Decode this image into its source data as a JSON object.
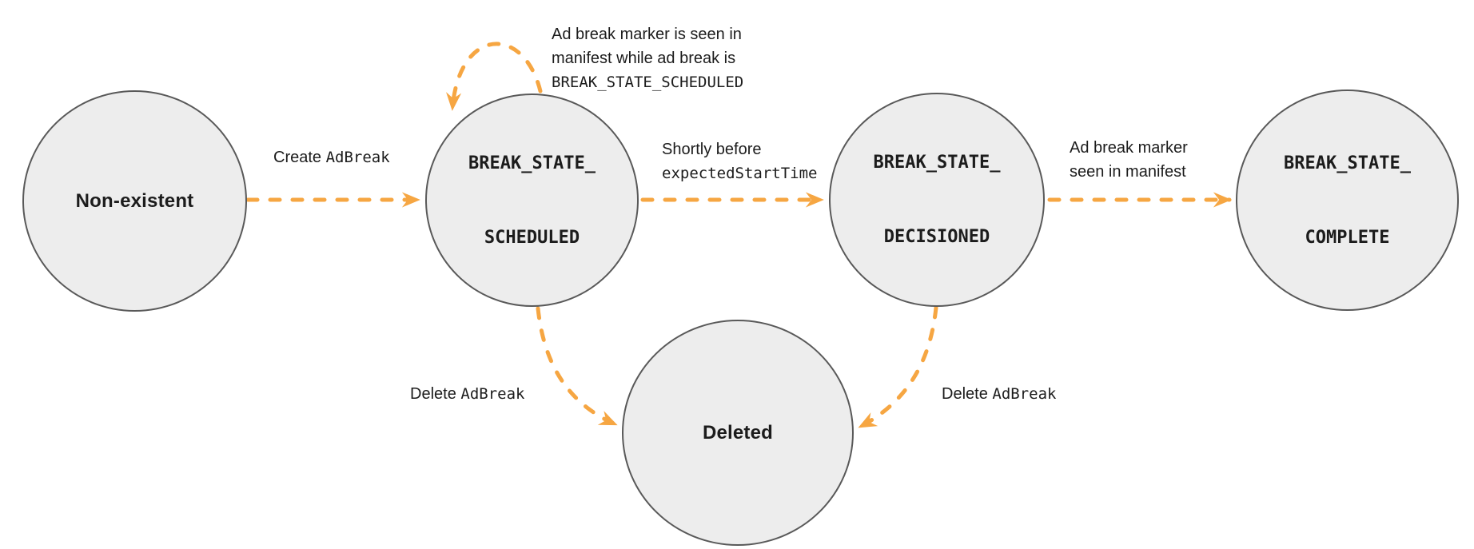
{
  "colors": {
    "arrow": "#F6A642",
    "circle_fill": "#EDEDED",
    "circle_border": "#595959",
    "text": "#1C1C1C",
    "bg": "#FFFFFF"
  },
  "states": {
    "non_existent": {
      "label": "Non-existent"
    },
    "scheduled": {
      "line1": "BREAK_STATE_",
      "line2": "SCHEDULED"
    },
    "decisioned": {
      "line1": "BREAK_STATE_",
      "line2": "DECISIONED"
    },
    "complete": {
      "line1": "BREAK_STATE_",
      "line2": "COMPLETE"
    },
    "deleted": {
      "label": "Deleted"
    }
  },
  "transitions": {
    "create": {
      "plain": "Create ",
      "code": "AdBreak"
    },
    "self_loop": {
      "line1": "Ad break marker is seen in",
      "line2": "manifest while ad break is",
      "code": "BREAK_STATE_SCHEDULED"
    },
    "to_decisioned": {
      "plain": "Shortly before",
      "code": "expectedStartTime"
    },
    "to_complete": {
      "line1": "Ad break marker",
      "line2": "seen in manifest"
    },
    "delete_from_scheduled": {
      "plain": "Delete ",
      "code": "AdBreak"
    },
    "delete_from_decisioned": {
      "plain": "Delete ",
      "code": "AdBreak"
    }
  }
}
